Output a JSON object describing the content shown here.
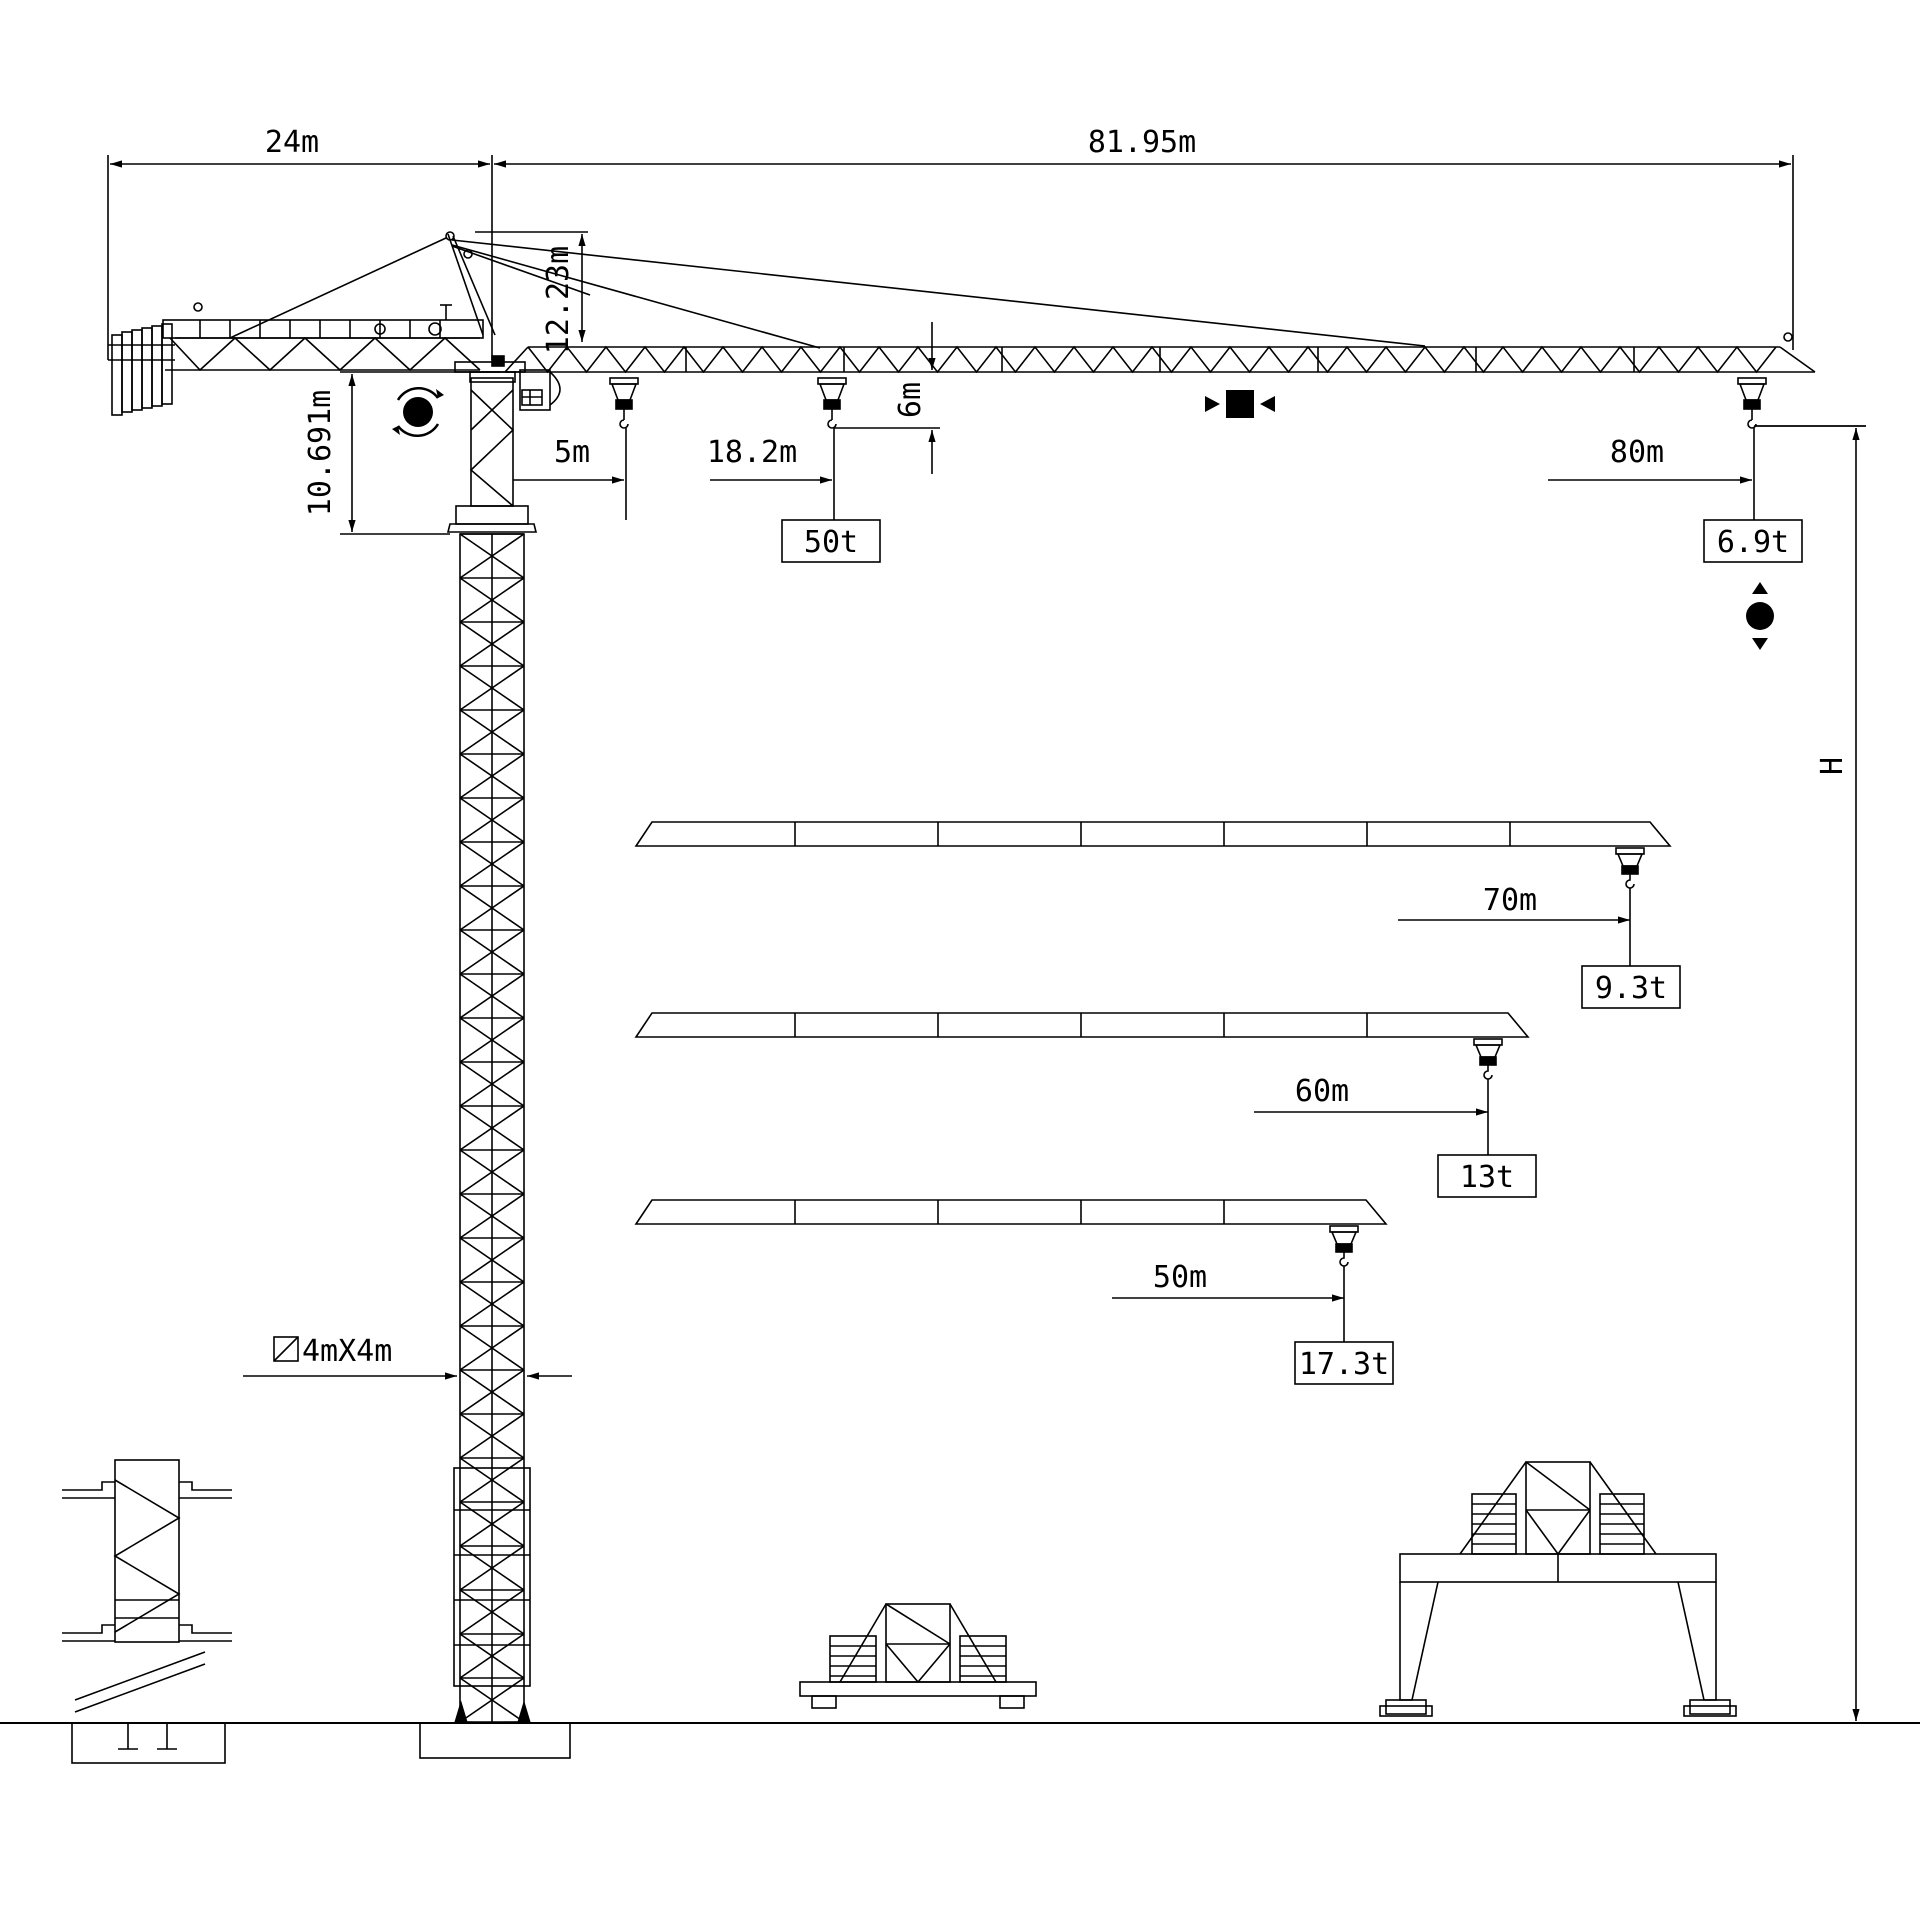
{
  "drawing": {
    "counter_jib_length": "24m",
    "main_jib_length": "81.95m",
    "tower_head_height": "12.23m",
    "height_under_jib": "10.691m",
    "trolley_gap": "6m",
    "tower_section": "4mX4m",
    "height_symbol": "H"
  },
  "main_jib_loads": [
    {
      "radius": "5m"
    },
    {
      "radius": "18.2m",
      "load": "50t"
    },
    {
      "radius": "80m",
      "load": "6.9t"
    }
  ],
  "alt_jibs": [
    {
      "radius": "70m",
      "load": "9.3t"
    },
    {
      "radius": "60m",
      "load": "13t"
    },
    {
      "radius": "50m",
      "load": "17.3t"
    }
  ],
  "icons": {
    "slewing": "slewing-icon",
    "trolley": "trolley-travel-icon",
    "hoist": "hoisting-icon"
  },
  "colors": {
    "line": "#000000",
    "background": "#ffffff"
  }
}
